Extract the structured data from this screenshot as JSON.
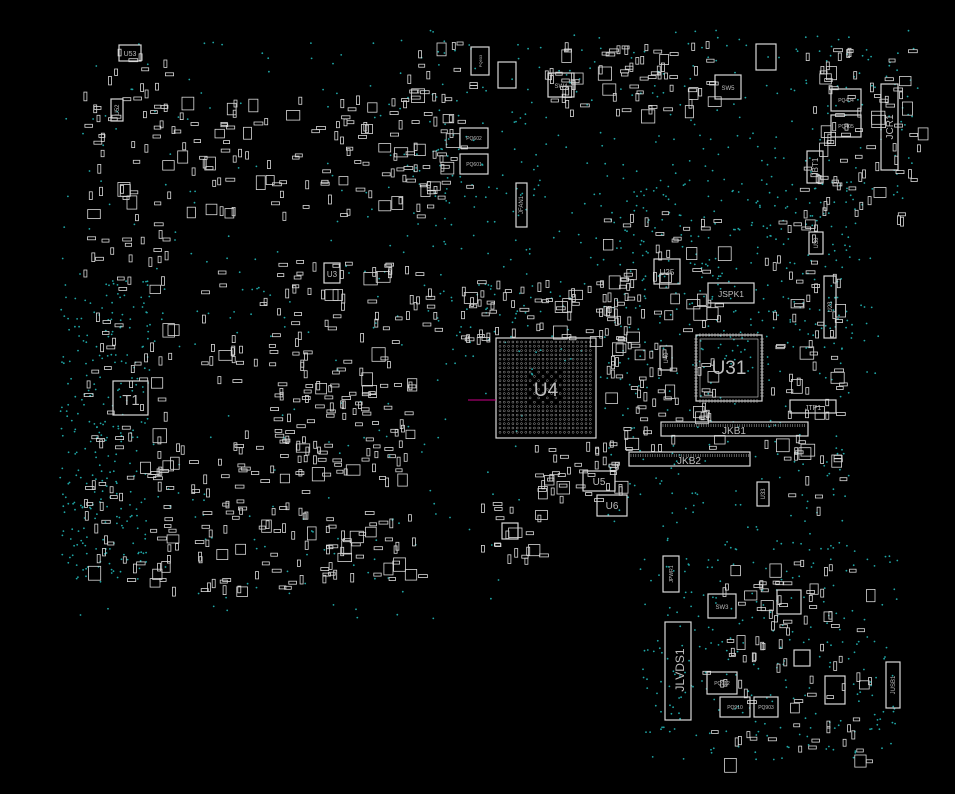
{
  "colors": {
    "background": "#000000",
    "outline": "#d9d9d9",
    "via": "#1fa6a6",
    "label": "#bfbfbf"
  },
  "designators": {
    "u4": "U4",
    "u31": "U31",
    "t1": "T1",
    "u3": "U3",
    "u5": "U5",
    "u6": "U6",
    "u25": "U25",
    "u53": "U53",
    "u38": "U38",
    "u52": "U52",
    "u40": "U40",
    "jkb1": "JKB1",
    "jkb2": "JKB2",
    "jspk1": "JSPK1",
    "jlvds1": "JLVDS1",
    "jcr1": "JCR1",
    "jbt1": "JBT1",
    "jtp1": "JTP1",
    "jfan1": "JFAN1",
    "jpwr1": "JPWR1",
    "jusb1": "JUSB1",
    "sw3": "SW3",
    "sw4": "SW4",
    "sw5": "SW5",
    "pq601": "PQ601",
    "pq602": "PQ602",
    "pq603": "PQ603",
    "pq404": "PQ404",
    "pq405": "PQ405",
    "pq910": "PQ910",
    "pq912": "PQ912",
    "pq903": "PQ903",
    "u23": "U23",
    "u33": "U33"
  }
}
